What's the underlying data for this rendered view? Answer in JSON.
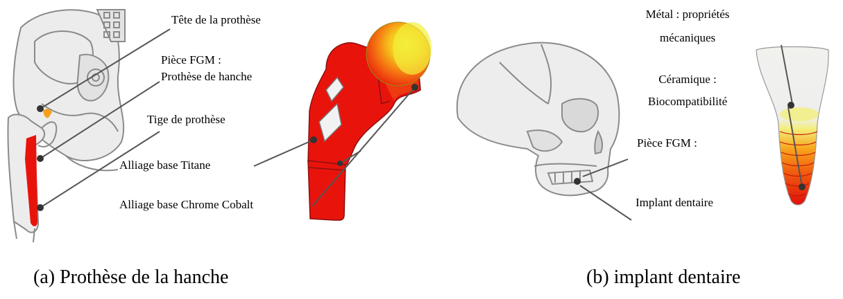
{
  "hip": {
    "labels": {
      "head": "Tête de la prothèse",
      "fgm_line1": "Pièce FGM :",
      "fgm_line2": "Prothèse de hanche",
      "stem": "Tige de prothèse",
      "titanium": "Alliage base Titane",
      "cocr": "Alliage base Chrome Cobalt"
    },
    "caption": "(a)  Prothèse de la hanche"
  },
  "dental": {
    "labels": {
      "metal_line1": "Métal : propriétés",
      "metal_line2": "mécaniques",
      "ceramic_line1": "Céramique :",
      "ceramic_line2": "Biocompatibilité",
      "fgm": "Pièce FGM :",
      "implant": "Implant dentaire"
    },
    "caption": "(b) implant dentaire"
  },
  "colors": {
    "fgm_red": "#e8140c",
    "fgm_orange": "#ff8a00",
    "fgm_yellow": "#f4ee3c",
    "bone_line": "#8a8a8a",
    "leader": "#555555"
  }
}
